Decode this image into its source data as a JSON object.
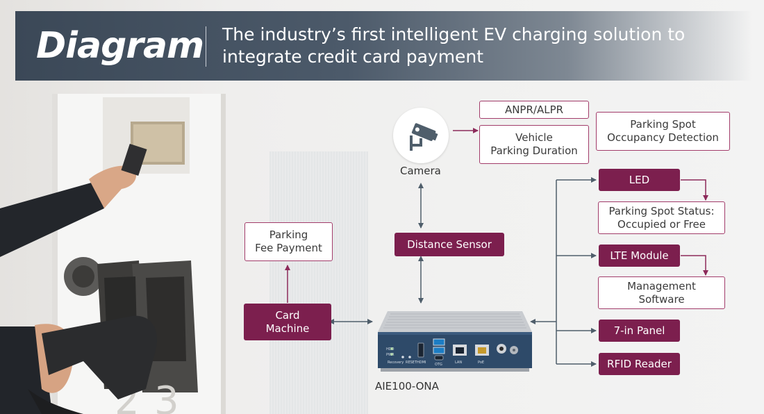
{
  "header": {
    "title": "Diagram",
    "subtitle_line1": "The industry’s first intelligent EV charging solution to",
    "subtitle_line2": "integrate credit card payment"
  },
  "camera": {
    "label": "Camera",
    "icon": "camera-icon"
  },
  "boxes": {
    "anpr": "ANPR/ALPR",
    "vehicle_line1": "Vehicle",
    "vehicle_line2": "Parking Duration",
    "occupancy_line1": "Parking Spot",
    "occupancy_line2": "Occupancy Detection",
    "distance_sensor": "Distance Sensor",
    "fee_line1": "Parking",
    "fee_line2": "Fee Payment",
    "card_line1": "Card",
    "card_line2": "Machine",
    "led": "LED",
    "status_line1": "Parking Spot Status:",
    "status_line2": "Occupied or Free",
    "lte": "LTE Module",
    "mgmt_line1": "Management",
    "mgmt_line2": "Software",
    "panel": "7-in Panel",
    "rfid": "RFID Reader"
  },
  "device": {
    "name": "AIE100-ONA",
    "port_labels": [
      "HDD",
      "PWR",
      "Recovery",
      "RESET",
      "HDMI",
      "OTG",
      "LAN",
      "PoE"
    ]
  },
  "colors": {
    "accent": "#7c1f4e",
    "outline": "#a23c6a",
    "arrow_gray": "#4f5e6b",
    "banner": "#3b4857"
  }
}
